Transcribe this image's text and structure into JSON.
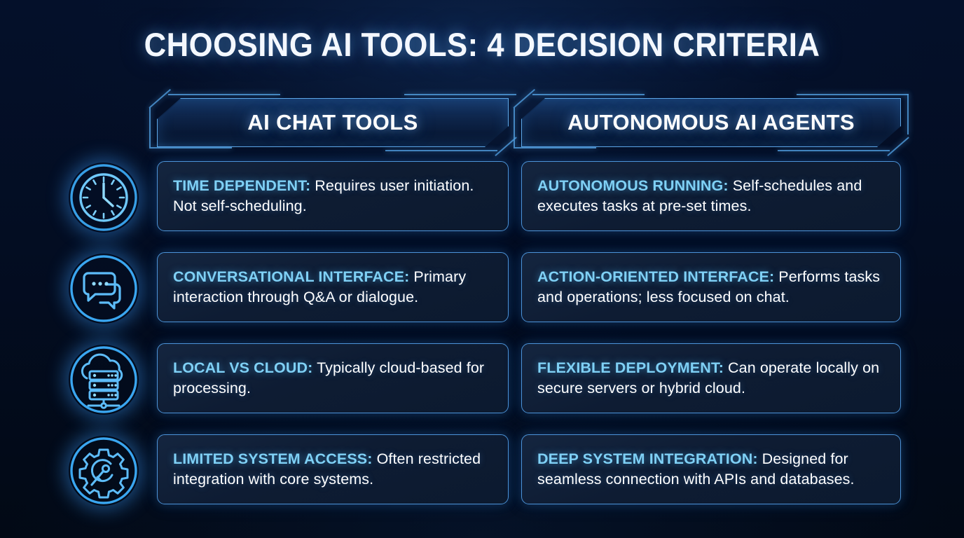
{
  "title": "CHOOSING AI TOOLS: 4 DECISION CRITERIA",
  "colors": {
    "background": "#030d22",
    "accent_cyan": "#7fd0f5",
    "border_blue": "#4c93d8",
    "banner_border": "#5fa8e8",
    "text_white": "#ffffff"
  },
  "columns": [
    {
      "id": "ai-chat-tools",
      "label": "AI CHAT TOOLS"
    },
    {
      "id": "autonomous-ai-agents",
      "label": "AUTONOMOUS AI AGENTS"
    }
  ],
  "rows": [
    {
      "icon": "clock-icon",
      "left": {
        "lede": "TIME DEPENDENT:",
        "body": " Requires user initiation. Not self-scheduling."
      },
      "right": {
        "lede": "AUTONOMOUS RUNNING:",
        "body": " Self-schedules and executes tasks at pre-set times."
      }
    },
    {
      "icon": "chat-bubbles-icon",
      "left": {
        "lede": "CONVERSATIONAL INTERFACE:",
        "body": " Primary interaction through Q&A or dialogue."
      },
      "right": {
        "lede": "ACTION-ORIENTED INTERFACE:",
        "body": " Performs tasks and operations; less focused on chat."
      }
    },
    {
      "icon": "cloud-server-icon",
      "left": {
        "lede": "LOCAL VS CLOUD:",
        "body": " Typically cloud-based for processing."
      },
      "right": {
        "lede": "FLEXIBLE DEPLOYMENT:",
        "body": " Can operate locally on secure servers or hybrid cloud."
      }
    },
    {
      "icon": "gear-key-icon",
      "left": {
        "lede": "LIMITED SYSTEM ACCESS:",
        "body": " Often restricted integration with core systems."
      },
      "right": {
        "lede": "DEEP SYSTEM INTEGRATION:",
        "body": " Designed for seamless connection with APIs and databases."
      }
    }
  ]
}
